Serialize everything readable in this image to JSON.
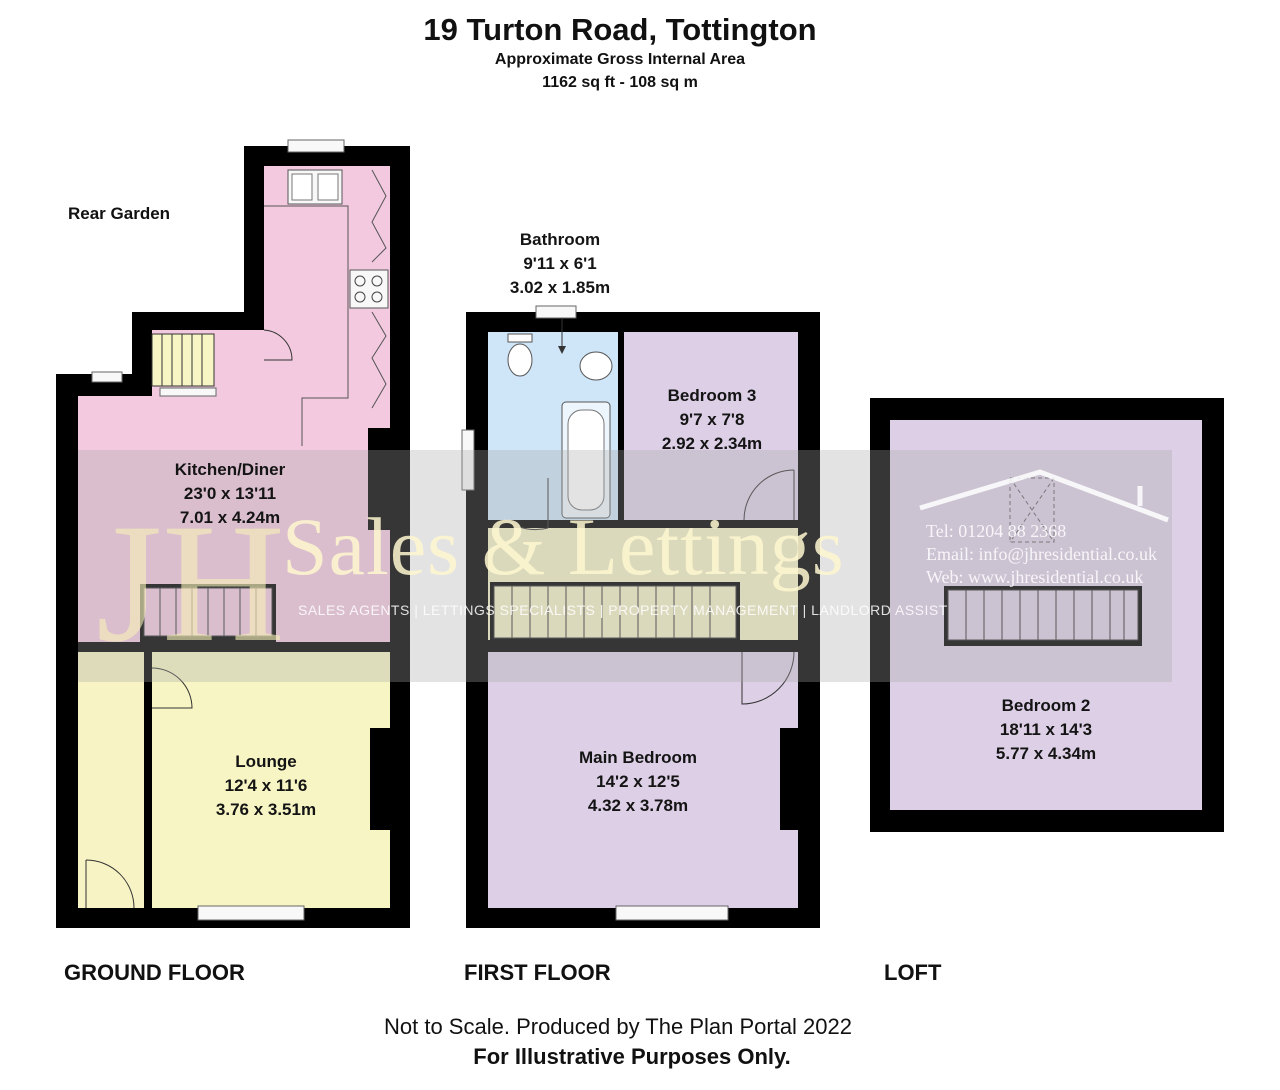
{
  "header": {
    "title": "19 Turton Road, Tottington",
    "area_label": "Approximate Gross Internal Area",
    "area_value": "1162 sq ft - 108 sq m"
  },
  "outside": {
    "rear_garden": "Rear Garden"
  },
  "rooms": {
    "kitchen": {
      "name": "Kitchen/Diner",
      "imperial": "23'0 x 13'11",
      "metric": "7.01 x 4.24m"
    },
    "lounge": {
      "name": "Lounge",
      "imperial": "12'4 x 11'6",
      "metric": "3.76 x 3.51m"
    },
    "bathroom": {
      "name": "Bathroom",
      "imperial": "9'11 x 6'1",
      "metric": "3.02 x 1.85m"
    },
    "bedroom3": {
      "name": "Bedroom 3",
      "imperial": "9'7 x 7'8",
      "metric": "2.92 x 2.34m"
    },
    "main_bedroom": {
      "name": "Main Bedroom",
      "imperial": "14'2 x 12'5",
      "metric": "4.32 x 3.78m"
    },
    "bedroom2": {
      "name": "Bedroom 2",
      "imperial": "18'11 x 14'3",
      "metric": "5.77 x 4.34m"
    }
  },
  "floors": {
    "ground": "GROUND FLOOR",
    "first": "FIRST FLOOR",
    "loft": "LOFT"
  },
  "watermark": {
    "brand": "Sales & Lettings",
    "tagline": "SALES AGENTS | LETTINGS SPECIALISTS | PROPERTY MANAGEMENT | LANDLORD ASSIST",
    "tel": "Tel: 01204 88 2368",
    "email": "Email: info@jhresidential.co.uk",
    "web": "Web: www.jhresidential.co.uk"
  },
  "footer": {
    "note": "Not to Scale. Produced by The Plan Portal 2022",
    "disclaimer": "For Illustrative Purposes Only."
  },
  "colors": {
    "wall": "#000000",
    "kitchen": "#f2c9df",
    "lounge": "#f7f5c4",
    "hall": "#f8f3c4",
    "bathroom": "#cfe5f8",
    "bedroom": "#dccfe6",
    "landing": "#f4f0c6"
  }
}
